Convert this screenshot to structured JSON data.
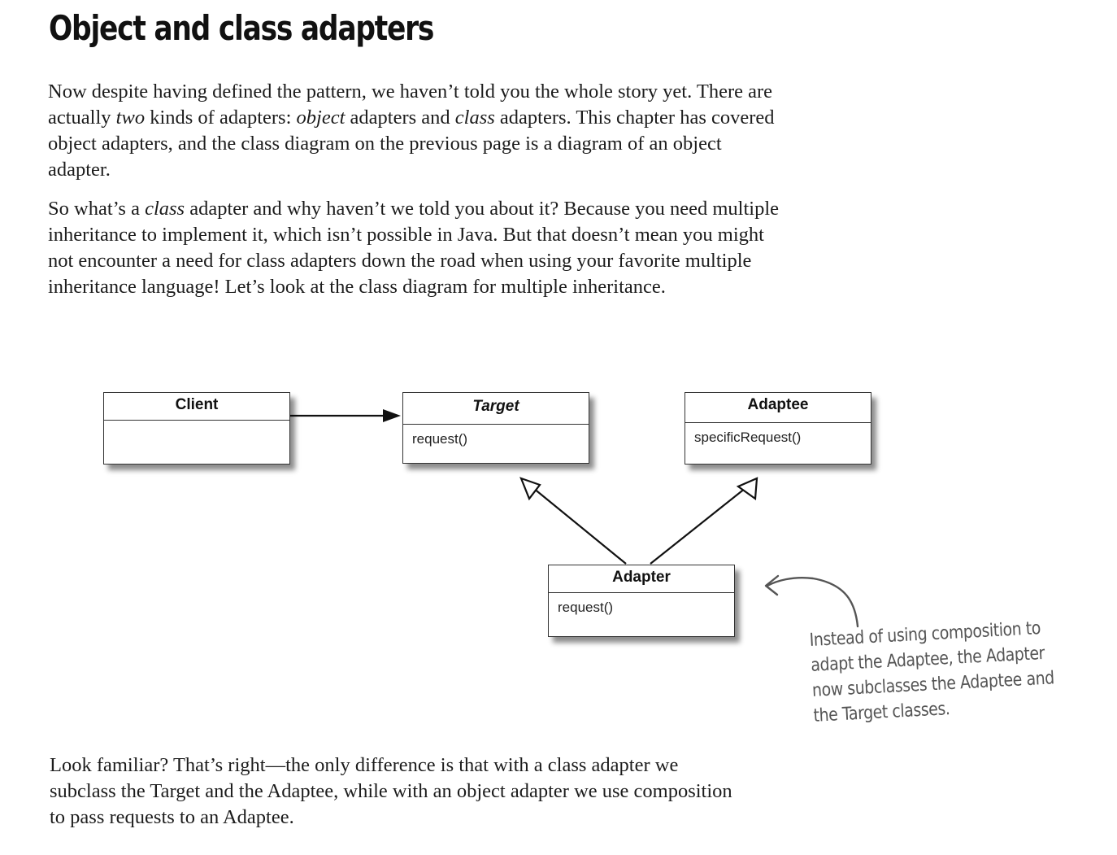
{
  "title": "Object and class adapters",
  "paragraph1": {
    "t1": "Now despite having defined the pattern, we haven’t told you the whole story yet. There are actually ",
    "em1": "two",
    "t2": " kinds of adapters: ",
    "em2": "object",
    "t3": " adapters and ",
    "em3": "class",
    "t4": " adapters. This chapter has covered object adapters, and the class diagram on the previous page is a diagram of an object adapter."
  },
  "paragraph2": {
    "t1": "So what’s a ",
    "em1": "class",
    "t2": " adapter and why haven’t we told you about it? Because you need multiple inheritance to implement it, which isn’t possible in Java. But that doesn’t mean you might not encounter a need for class adapters down the road when using your favorite multiple inheritance language! Let’s look at the class diagram for multiple inheritance."
  },
  "diagram": {
    "client": {
      "name": "Client"
    },
    "target": {
      "name": "Target",
      "method": "request()"
    },
    "adaptee": {
      "name": "Adaptee",
      "method": "specificRequest()"
    },
    "adapter": {
      "name": "Adapter",
      "method": "request()"
    }
  },
  "annotation": "Instead of using composition to adapt the Adaptee, the Adapter now subclasses the Adaptee and the Target classes.",
  "paragraph3": "Look familiar? That’s right—the only difference is that with a class adapter we subclass the Target and the Adaptee, while with an object adapter we use composition to pass requests to an Adaptee."
}
